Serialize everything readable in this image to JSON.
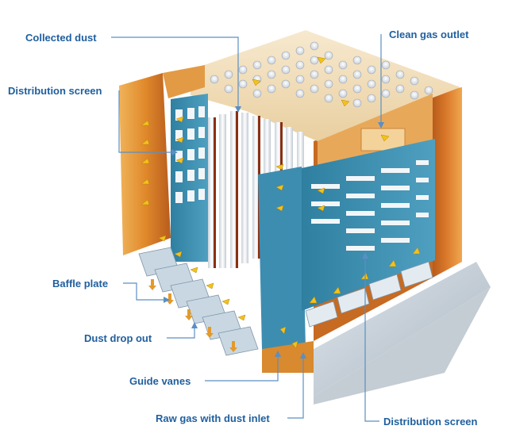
{
  "labels": {
    "collected_dust": "Collected dust",
    "clean_gas_outlet": "Clean gas outlet",
    "distribution_screen_top": "Distribution screen",
    "baffle_plate": "Baffle plate",
    "dust_drop_out": "Dust drop out",
    "guide_vanes": "Guide vanes",
    "raw_gas_inlet": "Raw gas with dust inlet",
    "distribution_screen_bottom": "Distribution screen"
  },
  "colors": {
    "label_text": "#1f5f9e",
    "leader_line": "#5a8fc4",
    "housing_orange": "#d9892e",
    "housing_dark": "#a8551a",
    "screen_blue": "#3f8fb0",
    "bag_white": "#eef1f4",
    "flow_arrow": "#f2c21a"
  }
}
